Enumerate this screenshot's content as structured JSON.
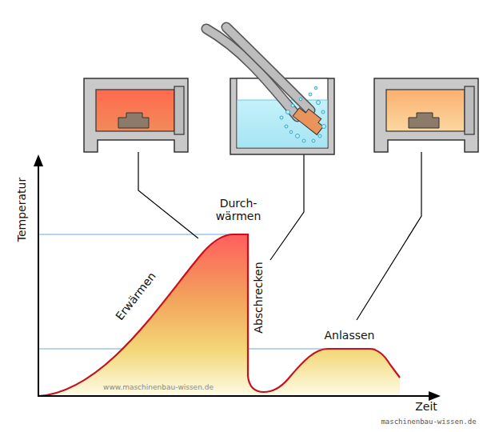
{
  "diagram": {
    "labels": [
      "Durch- wärmen",
      "Temperatur",
      "Erwärmen",
      "Abschrecken",
      "Anlassen",
      "www.maschinenbau-wissen.de",
      "Zeit",
      "maschinenbau-wissen.de"
    ]
  }
}
